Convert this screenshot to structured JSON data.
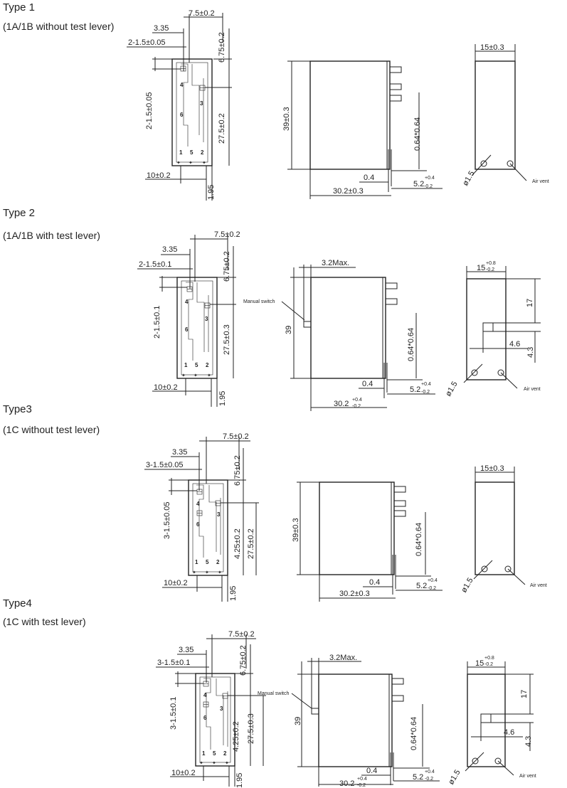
{
  "types": [
    {
      "title": "Type 1",
      "subtitle": "(1A/1B without test lever)",
      "bottom": {
        "width_dim": "7.5±0.2",
        "pin_offset": "3.35",
        "hole_dim": "2-1.5±0.05",
        "top_dim": "6.75±0.2",
        "side_dim": "2-1.5±0.05",
        "length_dim": "27.5±0.2",
        "pitch_dim": "10±0.2",
        "edge_dim": "1.95",
        "pins": [
          "4",
          "3",
          "6",
          "1",
          "5",
          "2"
        ]
      },
      "side": {
        "height_dim": "39±0.3",
        "pin_dim": "0.64*0.64",
        "gap_dim": "0.4",
        "length_dim": "30.2±0.3",
        "pin_len_main": "5.2",
        "pin_len_tol_up": "+0.4",
        "pin_len_tol_down": "-0.2"
      },
      "end": {
        "width_dim": "15±0.3",
        "vent_dim": "ø1.5",
        "vent_label": "Air vent"
      }
    },
    {
      "title": "Type 2",
      "subtitle": "(1A/1B with test lever)",
      "bottom": {
        "width_dim": "7.5±0.2",
        "pin_offset": "3.35",
        "hole_dim": "2-1.5±0.1",
        "top_dim": "6.75±0.2",
        "side_dim": "2-1.5±0.1",
        "length_dim": "27.5±0.3",
        "pitch_dim": "10±0.2",
        "edge_dim": "1.95",
        "pins": [
          "4",
          "3",
          "6",
          "1",
          "5",
          "2"
        ]
      },
      "side": {
        "lever_dim": "3.2Max.",
        "switch_label": "Manual switch",
        "height_dim": "39",
        "pin_dim": "0.64*0.64",
        "gap_dim": "0.4",
        "length_main": "30.2",
        "length_tol_up": "+0.4",
        "length_tol_down": "-0.2",
        "pin_len_main": "5.2",
        "pin_len_tol_up": "+0.4",
        "pin_len_tol_down": "-0.2"
      },
      "end": {
        "width_main": "15",
        "width_tol_up": "+0.8",
        "width_tol_down": "-0.2",
        "lever_height": "17",
        "lever_width": "4.6",
        "lever_depth": "4.3",
        "vent_dim": "ø1.5",
        "vent_label": "Air vent"
      }
    },
    {
      "title": "Type3",
      "subtitle": "(1C without test lever)",
      "bottom": {
        "width_dim": "7.5±0.2",
        "pin_offset": "3.35",
        "hole_dim": "3-1.5±0.05",
        "top_dim": "6.75±0.2",
        "side_dim": "3-1.5±0.05",
        "mid_dim": "4.25±0.2",
        "length_dim": "27.5±0.2",
        "pitch_dim": "10±0.2",
        "edge_dim": "1.95",
        "pins": [
          "4",
          "3",
          "6",
          "1",
          "5",
          "2"
        ]
      },
      "side": {
        "height_dim": "39±0.3",
        "pin_dim": "0.64*0.64",
        "gap_dim": "0.4",
        "length_dim": "30.2±0.3",
        "pin_len_main": "5.2",
        "pin_len_tol_up": "+0.4",
        "pin_len_tol_down": "-0.2"
      },
      "end": {
        "width_dim": "15±0.3",
        "vent_dim": "ø1.5",
        "vent_label": "Air vent"
      }
    },
    {
      "title": "Type4",
      "subtitle": "(1C with test lever)",
      "bottom": {
        "width_dim": "7.5±0.2",
        "pin_offset": "3.35",
        "hole_dim": "3-1.5±0.1",
        "top_dim": "6.75±0.2",
        "side_dim": "3-1.5±0.1",
        "mid_dim": "4.25±0.2",
        "length_dim": "27.5±0.3",
        "pitch_dim": "10±0.2",
        "edge_dim": "1.95",
        "pins": [
          "4",
          "3",
          "6",
          "1",
          "5",
          "2"
        ]
      },
      "side": {
        "lever_dim": "3.2Max.",
        "switch_label": "Manual switch",
        "height_dim": "39",
        "pin_dim": "0.64*0.64",
        "gap_dim": "0.4",
        "length_main": "30.2",
        "length_tol_up": "+0.4",
        "length_tol_down": "-0.2",
        "pin_len_main": "5.2",
        "pin_len_tol_up": "+0.4",
        "pin_len_tol_down": "-0.2"
      },
      "end": {
        "width_main": "15",
        "width_tol_up": "+0.8",
        "width_tol_down": "-0.2",
        "lever_height": "17",
        "lever_width": "4.6",
        "lever_depth": "4.3",
        "vent_dim": "ø1.5",
        "vent_label": "Air vent"
      }
    }
  ]
}
